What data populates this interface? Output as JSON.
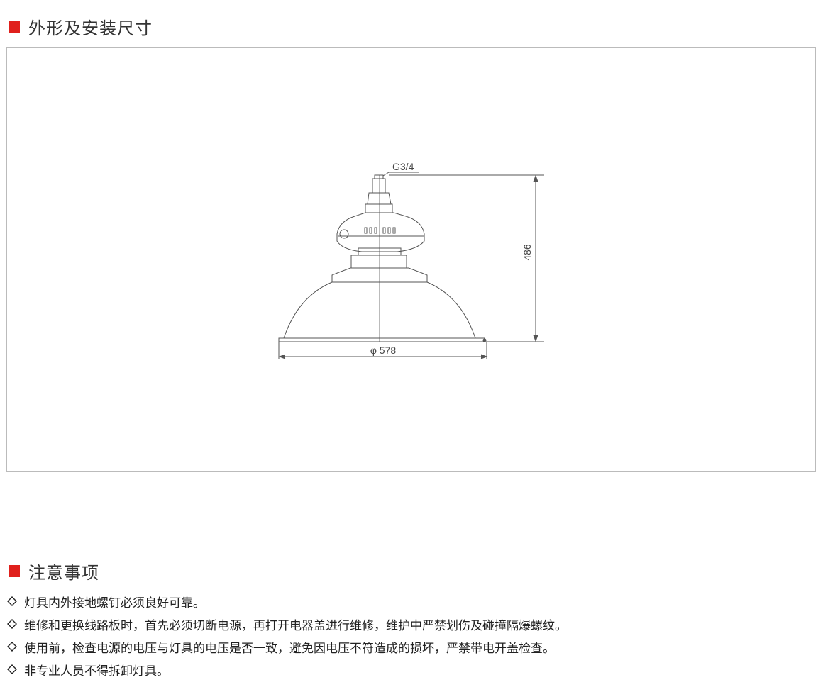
{
  "section1": {
    "title": "外形及安装尺寸"
  },
  "drawing": {
    "thread_label": "G3/4",
    "height_label": "486",
    "diameter_label": "φ 578"
  },
  "section2": {
    "title": "注意事项",
    "notes": [
      "灯具内外接地螺钉必须良好可靠。",
      "维修和更换线路板时，首先必须切断电源，再打开电器盖进行维修，维护中严禁划伤及碰撞隔爆螺纹。",
      "使用前，检查电源的电压与灯具的电压是否一致，避免因电压不符造成的损坏，严禁带电开盖检查。",
      "非专业人员不得拆卸灯具。"
    ]
  },
  "colors": {
    "accent": "#e0201c"
  }
}
